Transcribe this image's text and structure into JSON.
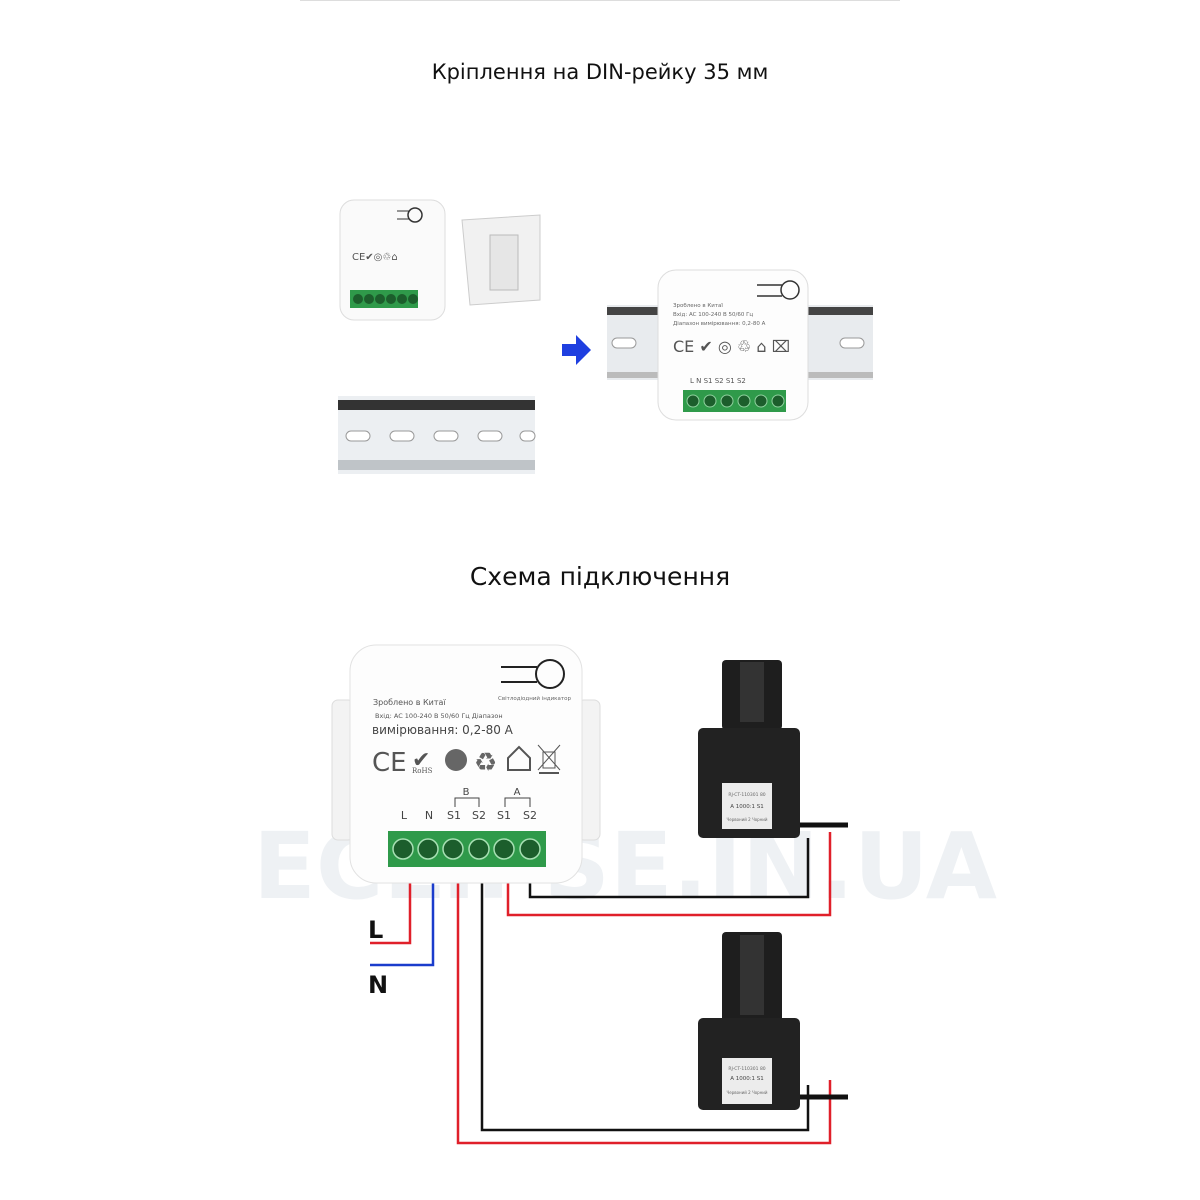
{
  "section1": {
    "title": "Кріплення на DIN-рейку 35 мм"
  },
  "section2": {
    "title": "Схема підключення"
  },
  "watermark": "ECLIPSE.IN.UA",
  "device": {
    "made_in": "Зроблено в Китаї",
    "input": "Вхід: AC 100-240 В 50/60 Гц Діапазон",
    "range": "вимірювання: 0,2-80 А",
    "led_label": "Світлодіодний індикатор",
    "small_made_in": "Зроблено в Китаї",
    "small_input": "Вхід: AC 100-240 В 50/60 Гц",
    "small_range": "Діапазон вимірювання: 0,2-80 А",
    "rohs": "RoHS",
    "ce": "CE",
    "group_b": "B",
    "group_a": "A",
    "terminals": [
      "L",
      "N",
      "S1",
      "S2",
      "S1",
      "S2"
    ]
  },
  "ct_label": {
    "model": "RJ-CT-110301 80",
    "ratio": "A 1000:1 S1",
    "note": "Червоний 2 Чорний"
  },
  "wires": {
    "L": "L",
    "N": "N"
  },
  "colors": {
    "live": "#e0202a",
    "neutral": "#1a3ccc",
    "signal": "#111111",
    "terminal": "#2f9a4a",
    "arrow": "#1f3fe0"
  }
}
